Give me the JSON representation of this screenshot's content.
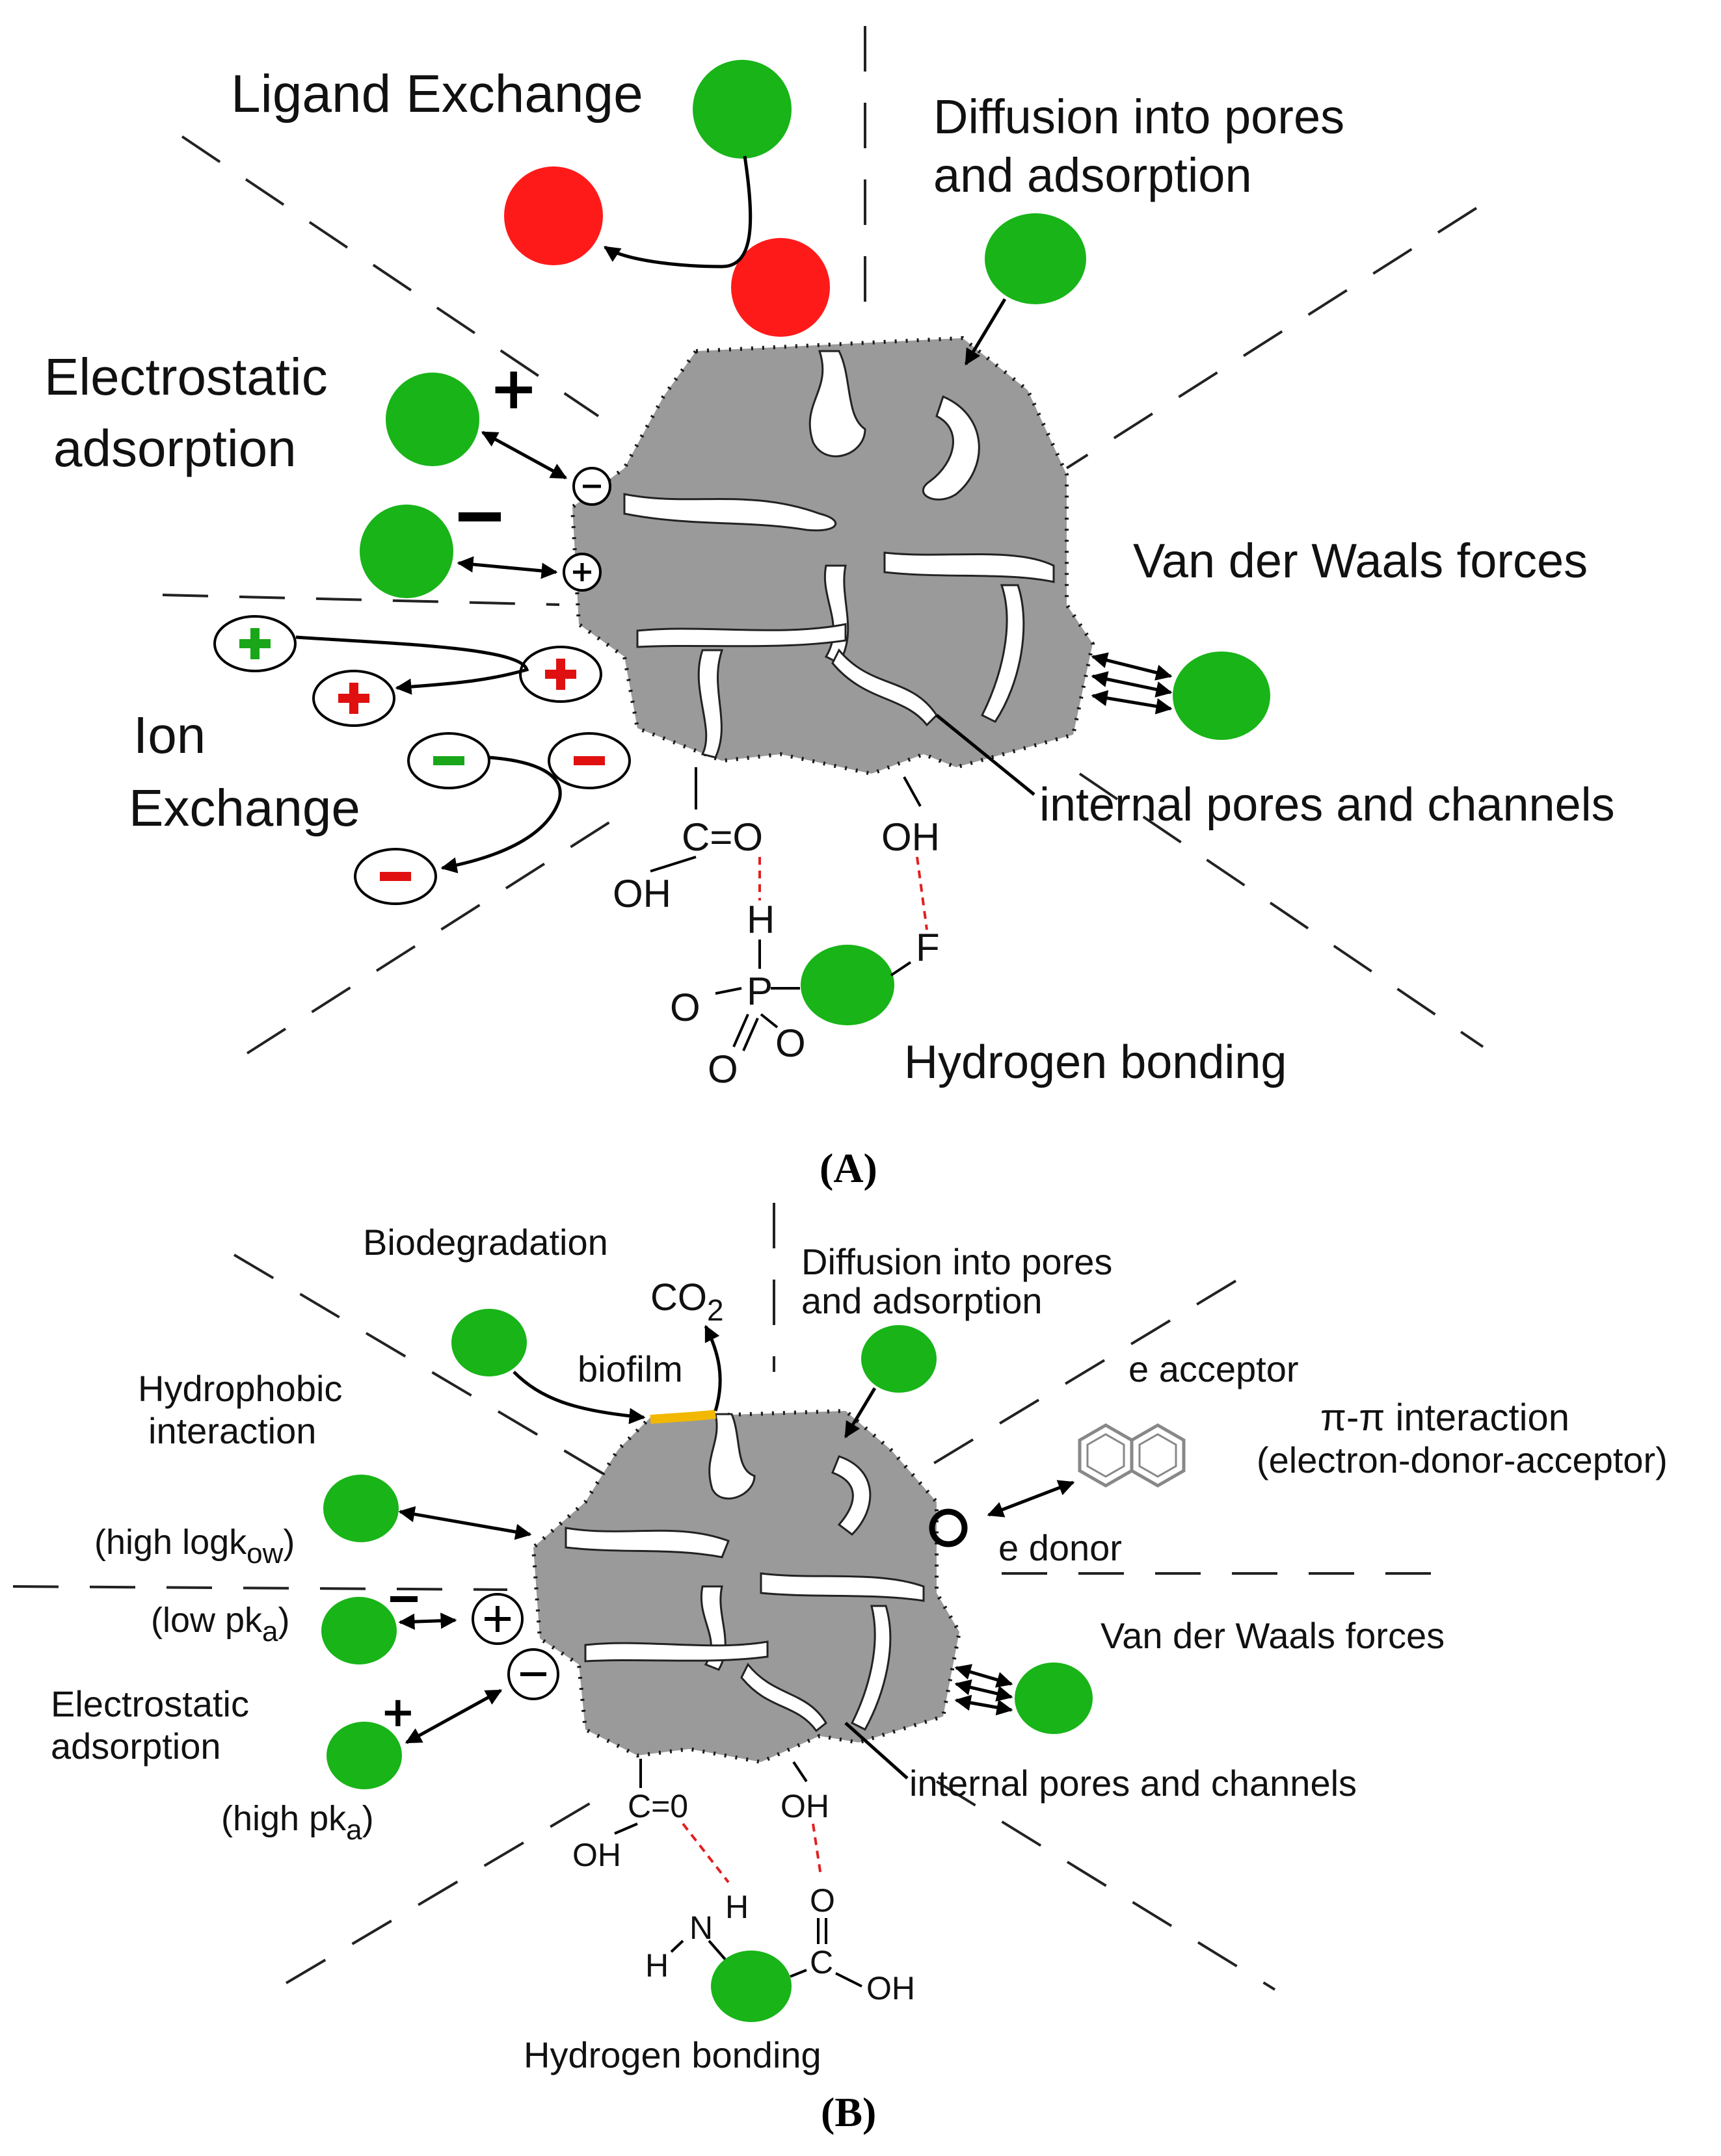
{
  "panelA": {
    "caption": "(A)",
    "ligand_exchange": "Ligand Exchange",
    "diffusion_line1": "Diffusion into pores",
    "diffusion_line2": "and  adsorption",
    "electrostatic_line1": "Electrostatic",
    "electrostatic_line2": "adsorption",
    "van_der_waals": "Van der Waals forces",
    "ion_exchange_line1": "Ion",
    "ion_exchange_line2": "Exchange",
    "internal_pores": "internal pores and channels",
    "hydrogen_bonding": "Hydrogen bonding",
    "chem": {
      "c_eq_o": "C=O",
      "oh_carboxyl": "OH",
      "oh_hydroxyl": "OH",
      "h": "H",
      "p": "P",
      "o_left": "O",
      "o_right": "O",
      "o_bottom": "O",
      "f": "F"
    }
  },
  "panelB": {
    "caption": "(B)",
    "biodegradation": "Biodegradation",
    "co2": "CO",
    "co2_sub": "2",
    "biofilm": "biofilm",
    "diffusion_line1": "Diffusion into pores",
    "diffusion_line2": "and  adsorption",
    "e_acceptor": "e acceptor",
    "pi_pi_line1": "π-π interaction",
    "pi_pi_line2": "(electron-donor-acceptor)",
    "e_donor": "e donor",
    "hydrophobic_line1": "Hydrophobic",
    "hydrophobic_line2": "interaction",
    "high_logkow": "(high logk",
    "high_logkow_sub": "ow",
    "low_pka": "(low pk",
    "low_pka_sub": "a",
    "high_pka": "(high pk",
    "high_pka_sub": "a",
    "electrostatic_line1": "Electrostatic",
    "electrostatic_line2": "adsorption",
    "van_der_waals": "Van der Waals forces",
    "internal_pores": "internal pores and channels",
    "hydrogen_bonding": "Hydrogen bonding",
    "chem": {
      "c_eq_o": "C=0",
      "oh_carboxyl": "OH",
      "oh_hydroxyl": "OH",
      "h_top": "H",
      "n": "N",
      "h_left": "H",
      "o_top": "O",
      "c": "C",
      "oh_acid": "OH"
    }
  },
  "colors": {
    "adsorbate_green": "#18b418",
    "exchange_red": "#ff1a1a",
    "biofilm_yellow": "#f2b800",
    "particle_grey": "#9a9a9a"
  },
  "icons": {
    "particle": "porous-char-particle-icon",
    "adsorbate": "green-circle-icon",
    "naphthalene": "naphthalene-ring-icon"
  }
}
